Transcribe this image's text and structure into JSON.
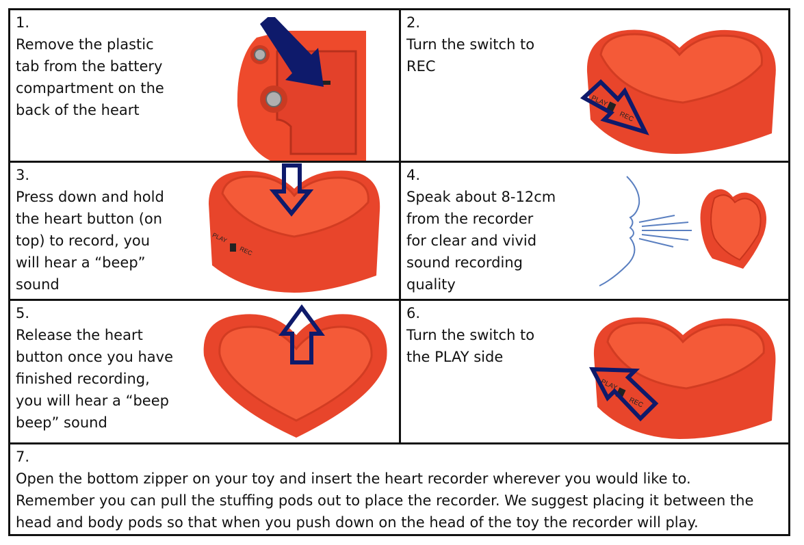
{
  "steps": [
    {
      "number": "1.",
      "text": "Remove the plastic\ntab from the battery\ncompartment on the\nback of the heart"
    },
    {
      "number": "2.",
      "text": "Turn the switch to\nREC"
    },
    {
      "number": "3.",
      "text": "Press down and hold\nthe heart button (on\ntop) to record, you\nwill hear a “beep”\nsound"
    },
    {
      "number": "4.",
      "text": "Speak about 8-12cm\nfrom the recorder\nfor clear and vivid\nsound recording\nquality"
    },
    {
      "number": "5.",
      "text": "Release the heart\nbutton once you have\nfinished recording,\nyou will hear a “beep\nbeep” sound"
    },
    {
      "number": "6.",
      "text": "Turn the switch to\nthe PLAY side"
    },
    {
      "number": "7.",
      "text": "Open the bottom zipper on your toy and insert the heart recorder wherever you would like to.\nRemember you can pull the stuffing pods out to place the recorder.  We suggest placing it between the\nhead and body pods so that when you push down on the head of the toy the recorder will play."
    }
  ],
  "switch_labels": {
    "play": "PLAY",
    "rec": "REC"
  },
  "colors": {
    "heart": "#f0502f",
    "heart_dark": "#d63a1f",
    "arrow": "#0e1a6b",
    "border": "#111111"
  }
}
